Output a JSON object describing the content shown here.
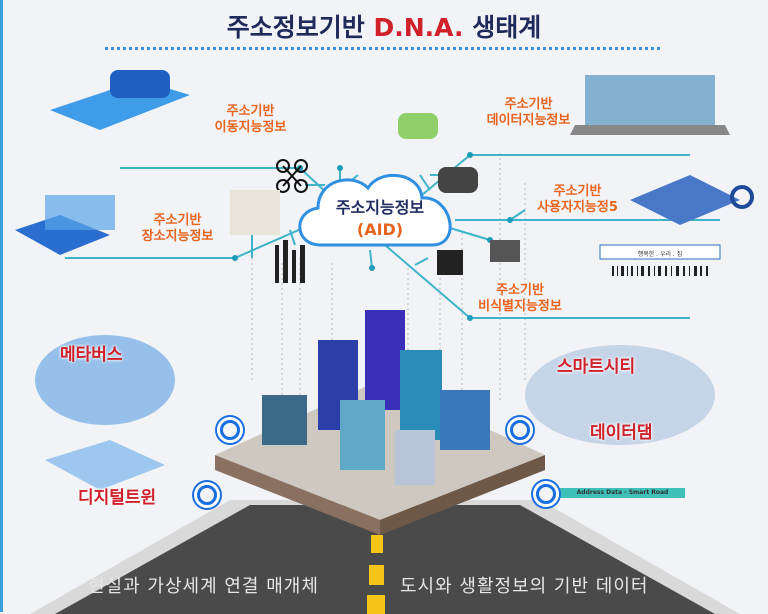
{
  "title": {
    "prefix": "주소정보기반 ",
    "highlight": "D.N.A.",
    "suffix": " 생태계"
  },
  "center": {
    "line1": "주소지능정보",
    "line2": "(AID)"
  },
  "branches": [
    {
      "line1": "주소기반",
      "line2": "이동지능정보"
    },
    {
      "line1": "주소기반",
      "line2": "데이터지능정보"
    },
    {
      "line1": "주소기반",
      "line2": "사용자지능정5"
    },
    {
      "line1": "주소기반",
      "line2": "장소지능정보"
    },
    {
      "line1": "주소기반",
      "line2": "비식별지능정보"
    }
  ],
  "applications": {
    "metaverse": "메타버스",
    "digital_twin": "디지털트윈",
    "smart_city": "스마트시티",
    "data_dam": "데이터댐"
  },
  "small_labels": {
    "home_tag": "행복한 . 우리 . 집",
    "data_bar": "Address Data - Smart Road"
  },
  "road": {
    "left_caption": "현실과 가상세계 연결 매개체",
    "right_caption": "도시와 생활정보의 기반 데이터"
  },
  "colors": {
    "title": "#1f2a5a",
    "accent_red": "#d0202a",
    "branch_orange": "#e8641e",
    "line_teal": "#3fb3c8",
    "road": "#4a4a4a",
    "lane_yellow": "#f5c518"
  }
}
